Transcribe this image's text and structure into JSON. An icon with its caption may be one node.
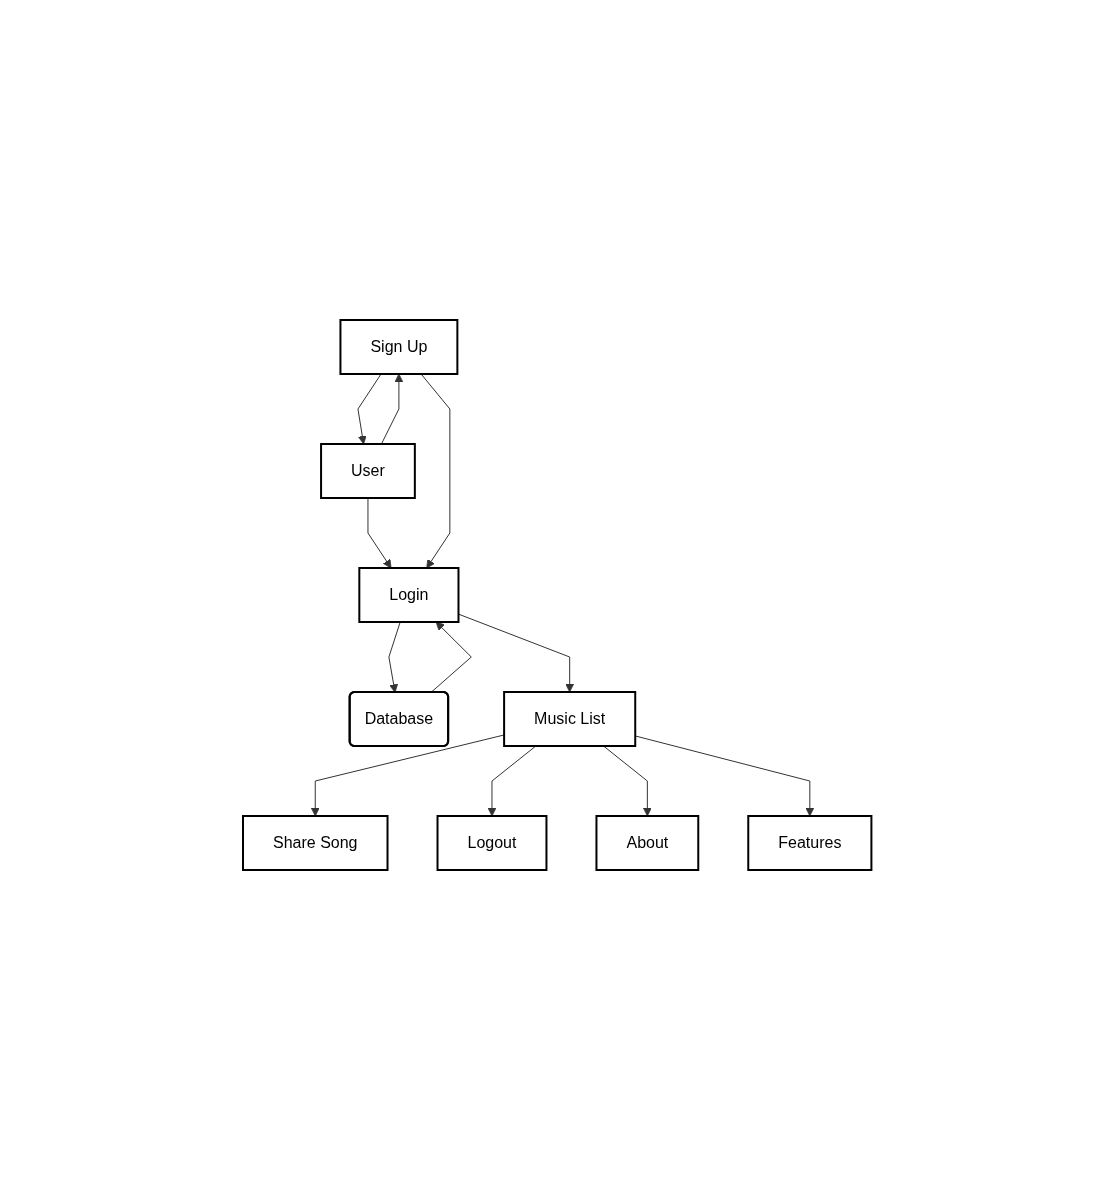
{
  "diagram": {
    "nodes": [
      {
        "text": [
          "Sign Up"
        ]
      },
      {
        "text": [
          "Login"
        ]
      },
      {
        "text": [
          "Database"
        ]
      },
      {
        "text": [
          "User"
        ]
      },
      {
        "text": [
          "Music List"
        ]
      },
      {
        "text": [
          "Share Song"
        ]
      },
      {
        "text": [
          "About"
        ]
      },
      {
        "text": [
          "Features"
        ]
      },
      {
        "text": [
          "Logout"
        ]
      }
    ],
    "edges": [
      {
        "from": 3,
        "to": 0,
        "arrow": "to"
      },
      {
        "from": 0,
        "to": 3,
        "arrow": "to"
      },
      {
        "from": 3,
        "to": 1,
        "arrow": "to"
      },
      {
        "from": 0,
        "to": 1,
        "arrow": "to"
      },
      {
        "from": 1,
        "to": 2,
        "arrow": "to"
      },
      {
        "from": 2,
        "to": 1,
        "arrow": "to"
      },
      {
        "from": 1,
        "to": 4,
        "arrow": "to"
      },
      {
        "from": 4,
        "to": 5,
        "arrow": "to"
      },
      {
        "from": 4,
        "to": 8,
        "arrow": "to"
      },
      {
        "from": 4,
        "to": 6,
        "arrow": "to"
      },
      {
        "from": 4,
        "to": 7,
        "arrow": "to"
      }
    ]
  }
}
